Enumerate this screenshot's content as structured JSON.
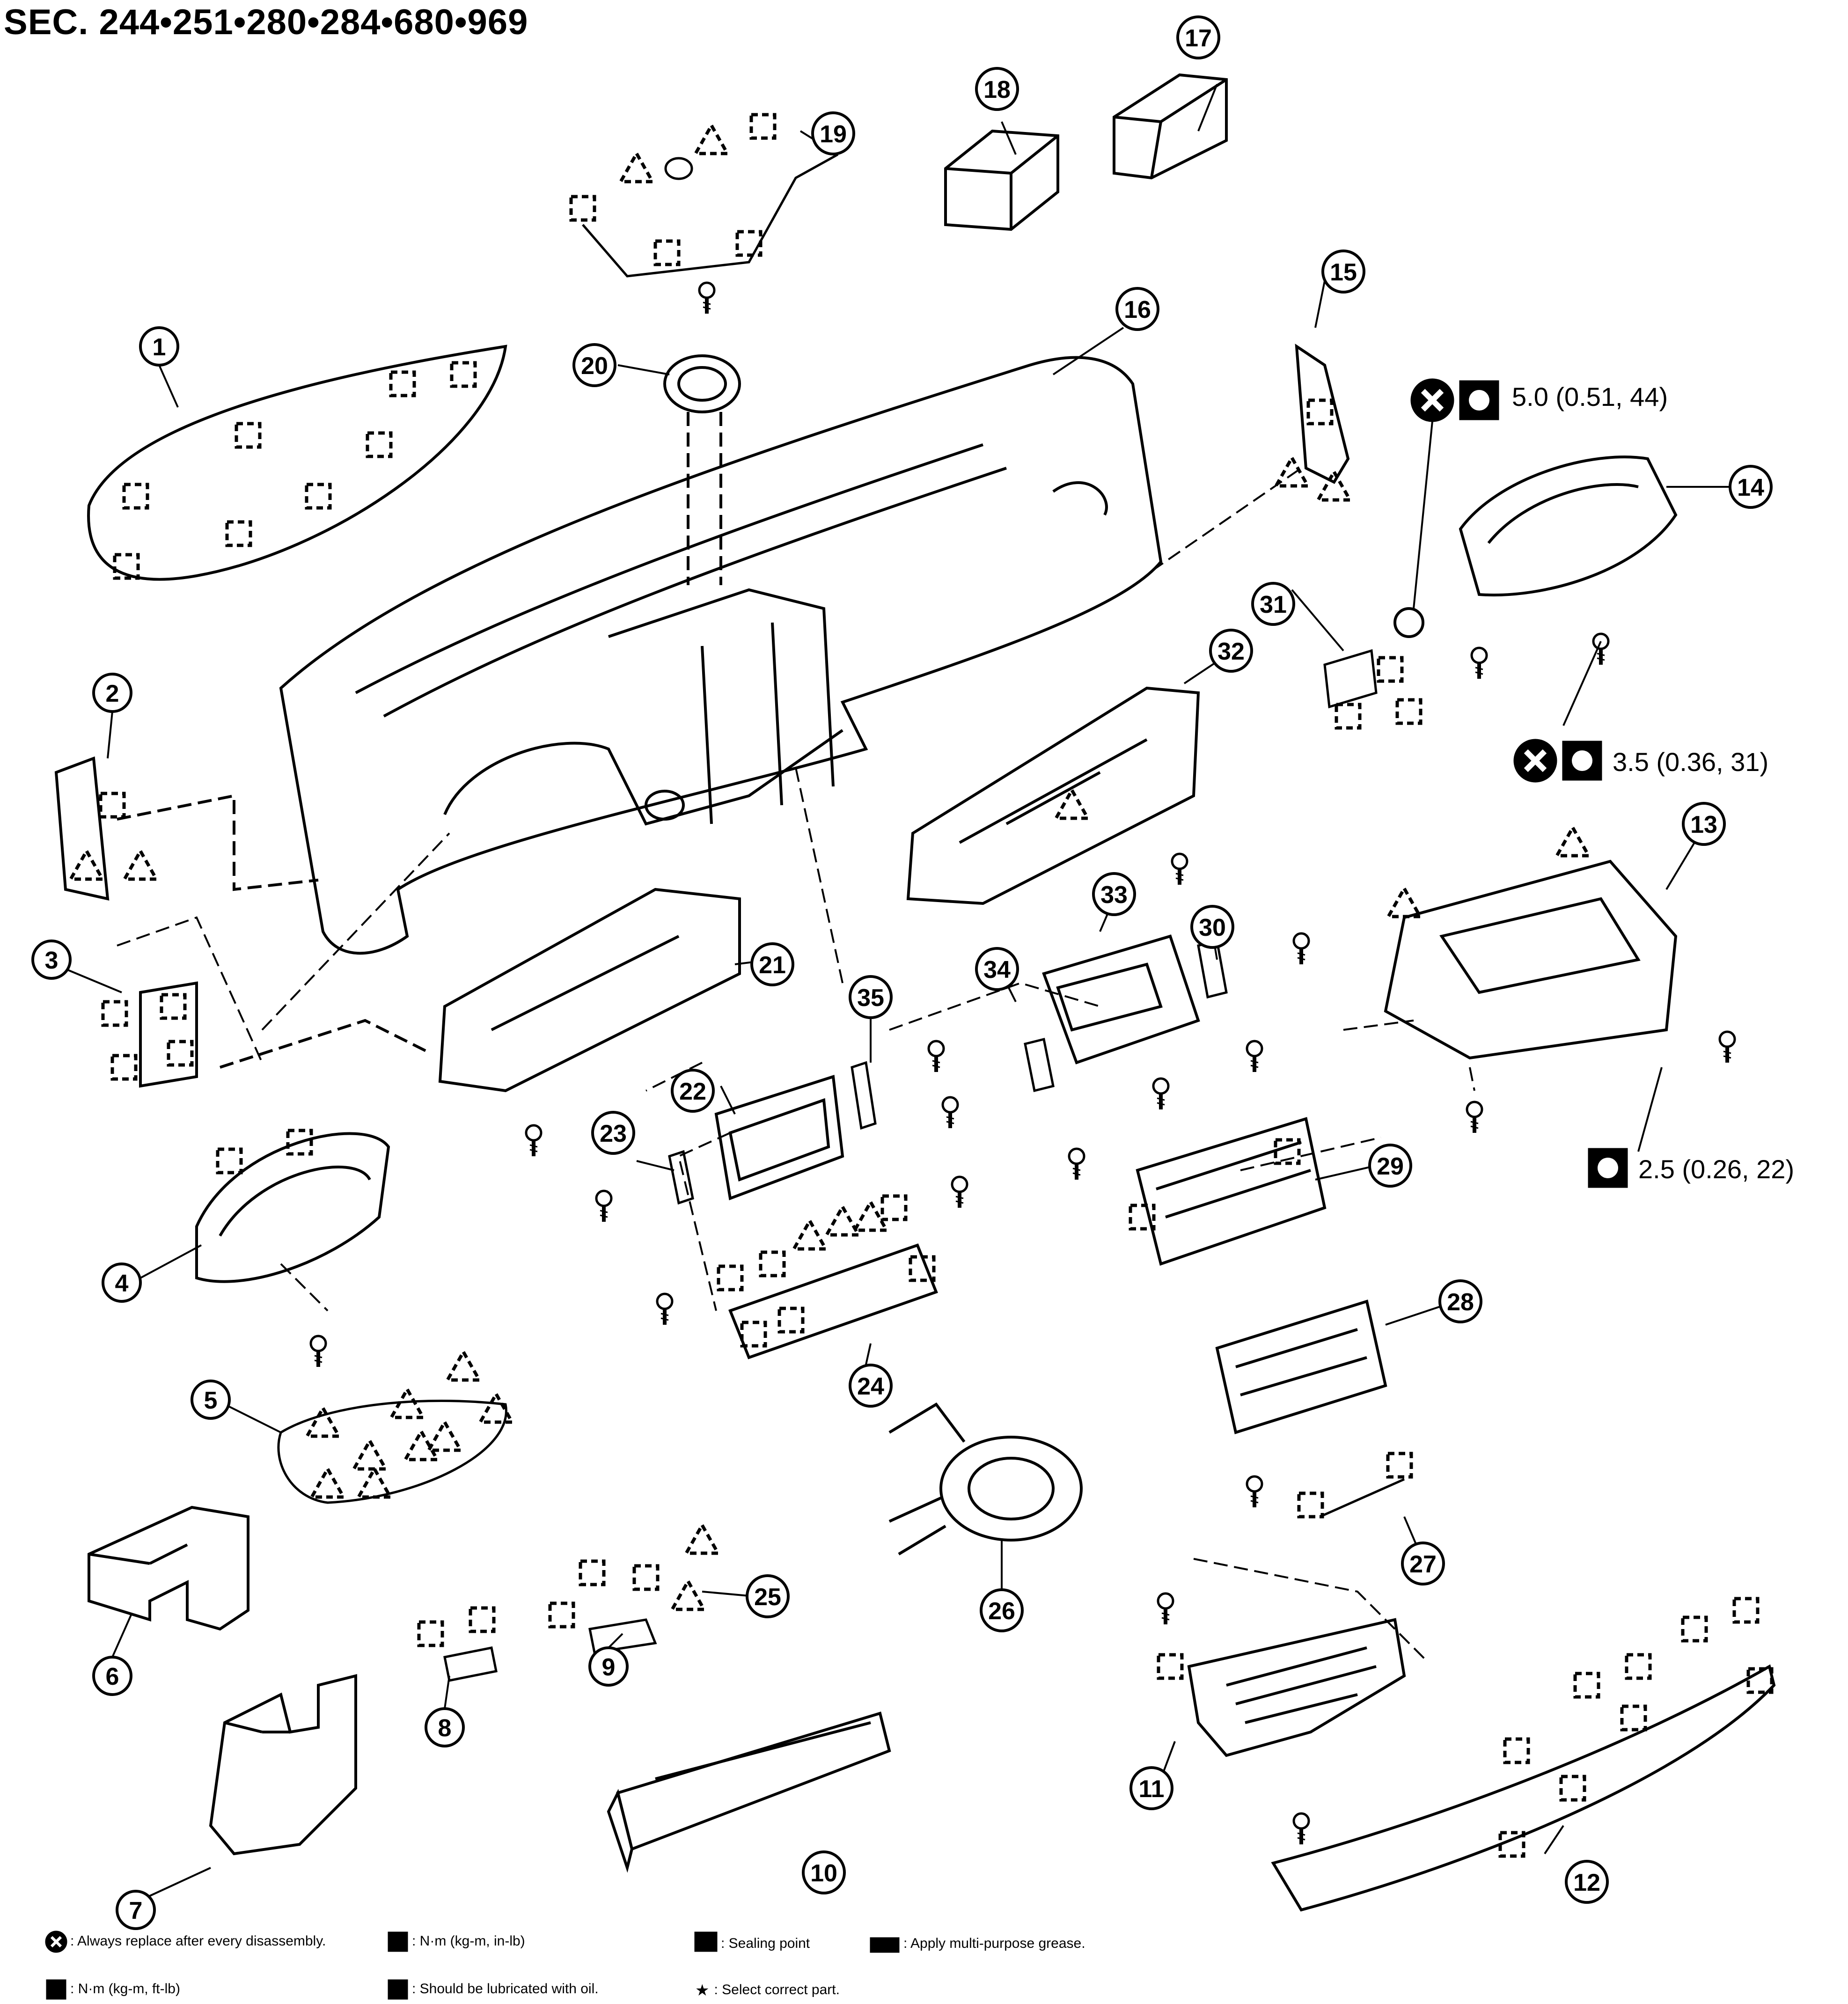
{
  "title": "SEC. 244•251•280•284•680•969",
  "callouts": [
    "1",
    "2",
    "3",
    "4",
    "5",
    "6",
    "7",
    "8",
    "9",
    "10",
    "11",
    "12",
    "13",
    "14",
    "15",
    "16",
    "17",
    "18",
    "19",
    "20",
    "21",
    "22",
    "23",
    "24",
    "25",
    "26",
    "27",
    "28",
    "29",
    "30",
    "31",
    "32",
    "33",
    "34",
    "35"
  ],
  "torque_specs": {
    "t1": "5.0 (0.51, 44)",
    "t2": "3.5 (0.36, 31)",
    "t3": "2.5 (0.26, 22)"
  },
  "legend": {
    "replace": ": Always replace after every disassembly.",
    "nm_in": ": N·m (kg-m, in-lb)",
    "sealing": ": Sealing point",
    "grease": ": Apply multi-purpose grease.",
    "nm_ft": ": N·m (kg-m, ft-lb)",
    "oil": ": Should be lubricated with oil.",
    "select": ": Select correct part."
  },
  "icons": {
    "replace": "x-circle-icon",
    "torque": "torque-wrench-icon",
    "sealing": "sealing-icon",
    "grease": "grease-icon",
    "oil": "oil-icon",
    "star": "star-icon"
  }
}
